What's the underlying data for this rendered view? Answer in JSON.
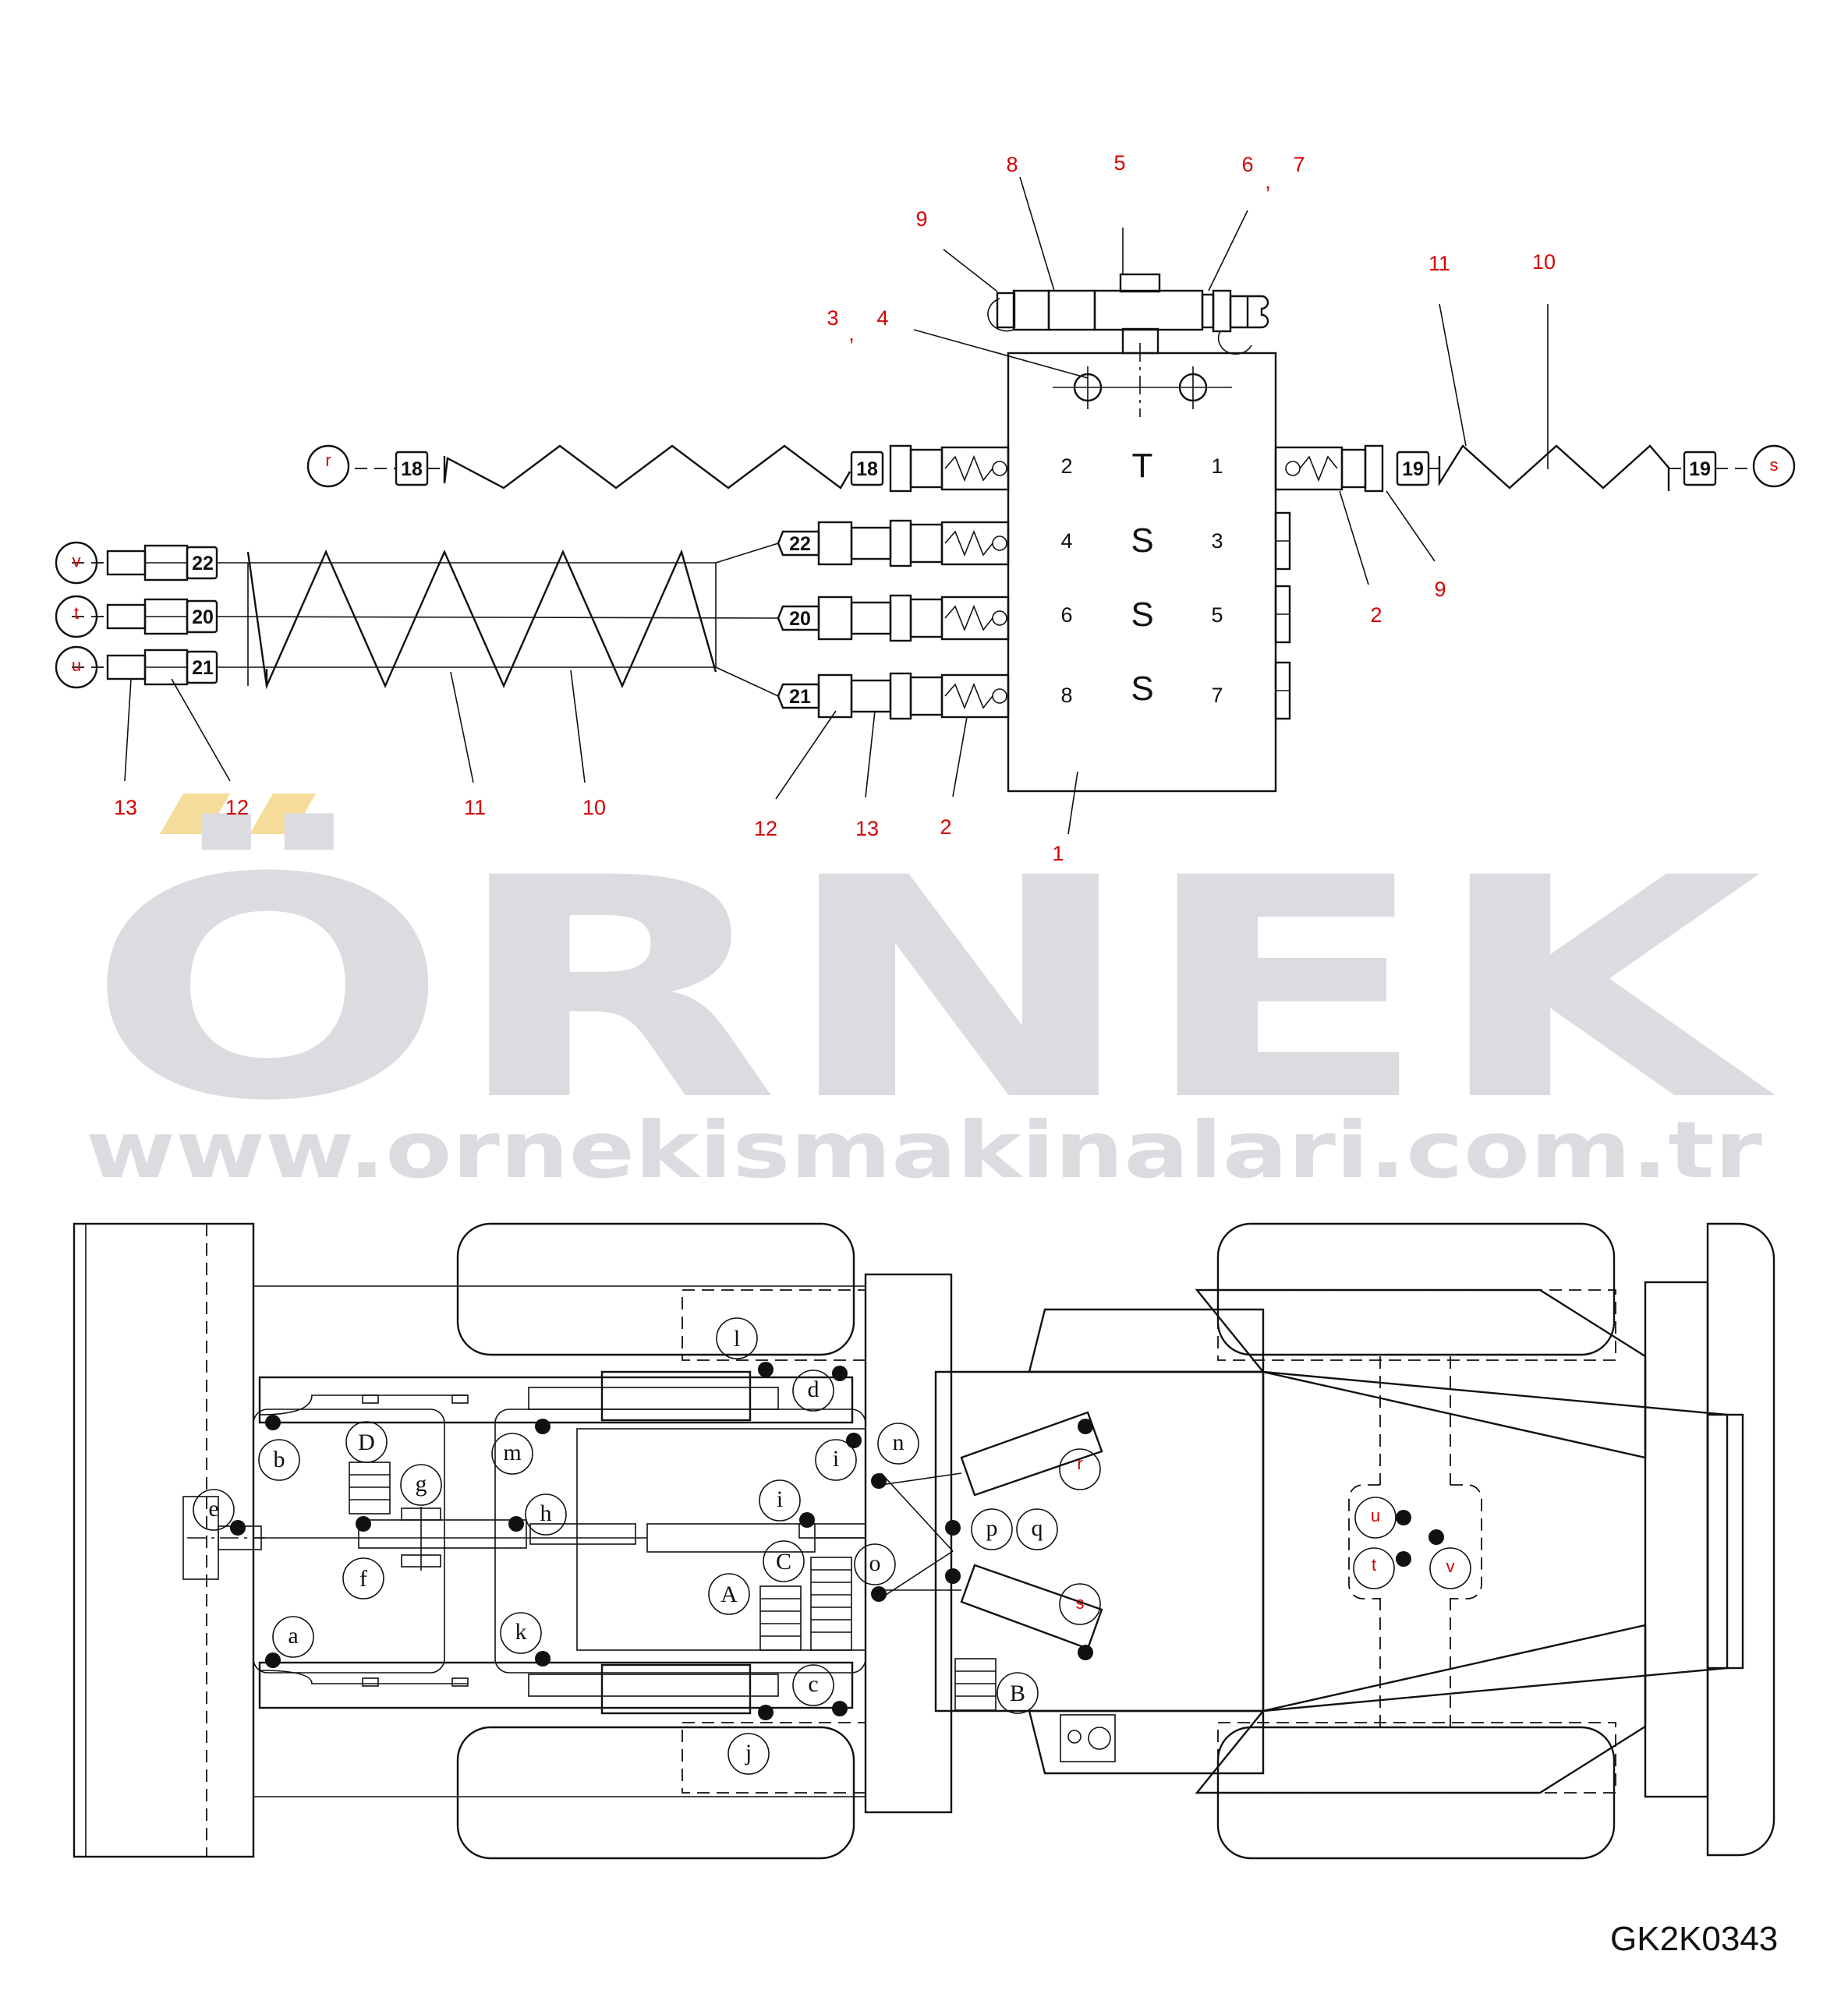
{
  "drawing_code": "GK2K0343",
  "watermark": {
    "brand": "ÖRNEK",
    "url": "www.ornekismakinalari.com.tr",
    "accent_color": "#f6dc9a",
    "text_color": "#dcdbe0"
  },
  "callouts": {
    "c1": "1",
    "c2a": "2",
    "c2b": "2",
    "c3": "3",
    "c4": "4",
    "c5": "5",
    "c6": "6",
    "c7": "7",
    "c8": "8",
    "c9a": "9",
    "c9b": "9",
    "c10a": "10",
    "c10b": "10",
    "c11a": "11",
    "c11b": "11",
    "c12a": "12",
    "c12b": "12",
    "c13a": "13",
    "c13b": "13",
    "sep1": ",",
    "sep2": ","
  },
  "valve_ports": {
    "p2": "2",
    "t": "T",
    "p1": "1",
    "p4": "4",
    "s1": "S",
    "p3": "3",
    "p6": "6",
    "s2": "S",
    "p5": "5",
    "p8": "8",
    "s3": "S",
    "p7": "7"
  },
  "hose_tags": {
    "t18a": "18",
    "t18b": "18",
    "t19a": "19",
    "t19b": "19",
    "t22a": "22",
    "t22b": "22",
    "t20a": "20",
    "t20b": "20",
    "t21a": "21",
    "t21b": "21"
  },
  "end_markers_top": {
    "r": "r",
    "s": "s",
    "v": "v",
    "t": "t",
    "u": "u"
  },
  "machine_labels": {
    "a": "a",
    "b": "b",
    "c": "c",
    "d": "d",
    "e": "e",
    "f": "f",
    "g": "g",
    "h": "h",
    "i1": "i",
    "i2": "i",
    "j": "j",
    "k": "k",
    "l": "l",
    "m": "m",
    "n": "n",
    "o": "o",
    "p": "p",
    "q": "q",
    "A": "A",
    "B": "B",
    "C": "C",
    "D": "D"
  },
  "machine_red_labels": {
    "r": "r",
    "s": "s",
    "u": "u",
    "t": "t",
    "v": "v"
  },
  "stack_letters": {
    "s": "s",
    "t": "t"
  }
}
